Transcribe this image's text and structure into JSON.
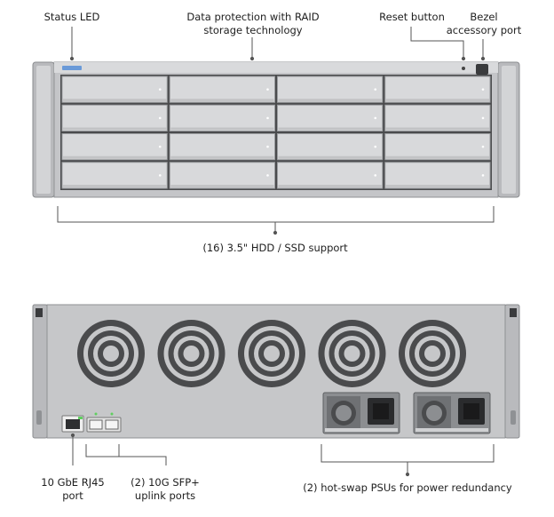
{
  "front": {
    "callouts": {
      "status_led": "Status LED",
      "raid_line1": "Data protection with RAID",
      "raid_line2": "storage technology",
      "reset": "Reset button",
      "bezel_line1": "Bezel",
      "bezel_line2": "accessory port"
    },
    "bay_caption": "(16) 3.5\" HDD / SSD support",
    "drive_bays": {
      "rows": 4,
      "columns": 4
    }
  },
  "rear": {
    "fan_count": 5,
    "callouts": {
      "rj45_line1": "10 GbE RJ45",
      "rj45_line2": "port",
      "sfp_line1": "(2) 10G SFP+",
      "sfp_line2": "uplink ports",
      "psu": "(2) hot-swap PSUs for power redundancy"
    },
    "psu_count": 2
  },
  "colors": {
    "chassis": "#c9cacc",
    "chassis_dark": "#8f9194",
    "bay": "#d6d7d9",
    "accent_green": "#5fcf5f",
    "line": "#555555"
  }
}
